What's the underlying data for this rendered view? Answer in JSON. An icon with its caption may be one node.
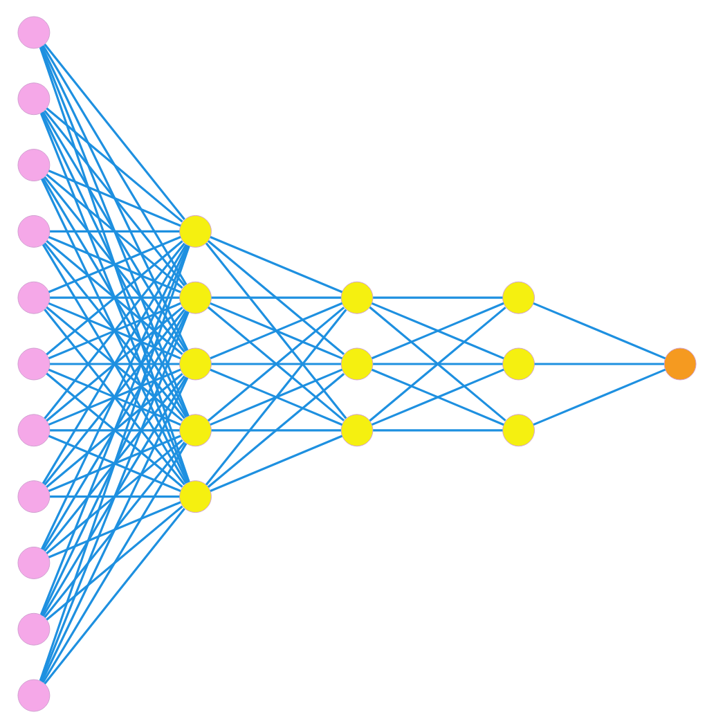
{
  "diagram": {
    "nodes": [
      {
        "text": [],
        "shape": "circle"
      },
      {
        "text": [],
        "shape": "circle"
      },
      {
        "text": [],
        "shape": "circle"
      },
      {
        "text": [],
        "shape": "circle"
      },
      {
        "text": [],
        "shape": "circle"
      },
      {
        "text": [],
        "shape": "circle"
      },
      {
        "text": [],
        "shape": "circle"
      },
      {
        "text": [],
        "shape": "circle"
      },
      {
        "text": [],
        "shape": "circle"
      },
      {
        "text": [],
        "shape": "circle"
      },
      {
        "text": [],
        "shape": "circle"
      },
      {
        "text": [],
        "shape": "circle"
      },
      {
        "text": [],
        "shape": "circle"
      },
      {
        "text": [],
        "shape": "circle"
      },
      {
        "text": [],
        "shape": "circle"
      },
      {
        "text": [],
        "shape": "circle"
      },
      {
        "text": [],
        "shape": "circle"
      },
      {
        "text": [],
        "shape": "circle"
      },
      {
        "text": [],
        "shape": "circle"
      },
      {
        "text": [],
        "shape": "circle"
      },
      {
        "text": [],
        "shape": "circle"
      },
      {
        "text": [],
        "shape": "circle"
      },
      {
        "text": [],
        "shape": "circle"
      }
    ],
    "edges": [
      {
        "from": 0,
        "to": 11,
        "arrow": "none"
      },
      {
        "from": 0,
        "to": 12,
        "arrow": "none"
      },
      {
        "from": 0,
        "to": 13,
        "arrow": "none"
      },
      {
        "from": 0,
        "to": 14,
        "arrow": "none"
      },
      {
        "from": 0,
        "to": 15,
        "arrow": "none"
      },
      {
        "from": 1,
        "to": 11,
        "arrow": "none"
      },
      {
        "from": 1,
        "to": 12,
        "arrow": "none"
      },
      {
        "from": 1,
        "to": 13,
        "arrow": "none"
      },
      {
        "from": 1,
        "to": 14,
        "arrow": "none"
      },
      {
        "from": 1,
        "to": 15,
        "arrow": "none"
      },
      {
        "from": 2,
        "to": 11,
        "arrow": "none"
      },
      {
        "from": 2,
        "to": 12,
        "arrow": "none"
      },
      {
        "from": 2,
        "to": 13,
        "arrow": "none"
      },
      {
        "from": 2,
        "to": 14,
        "arrow": "none"
      },
      {
        "from": 2,
        "to": 15,
        "arrow": "none"
      },
      {
        "from": 3,
        "to": 11,
        "arrow": "none"
      },
      {
        "from": 3,
        "to": 12,
        "arrow": "none"
      },
      {
        "from": 3,
        "to": 13,
        "arrow": "none"
      },
      {
        "from": 3,
        "to": 14,
        "arrow": "none"
      },
      {
        "from": 3,
        "to": 15,
        "arrow": "none"
      },
      {
        "from": 4,
        "to": 11,
        "arrow": "none"
      },
      {
        "from": 4,
        "to": 12,
        "arrow": "none"
      },
      {
        "from": 4,
        "to": 13,
        "arrow": "none"
      },
      {
        "from": 4,
        "to": 14,
        "arrow": "none"
      },
      {
        "from": 4,
        "to": 15,
        "arrow": "none"
      },
      {
        "from": 5,
        "to": 11,
        "arrow": "none"
      },
      {
        "from": 5,
        "to": 12,
        "arrow": "none"
      },
      {
        "from": 5,
        "to": 13,
        "arrow": "none"
      },
      {
        "from": 5,
        "to": 14,
        "arrow": "none"
      },
      {
        "from": 5,
        "to": 15,
        "arrow": "none"
      },
      {
        "from": 6,
        "to": 11,
        "arrow": "none"
      },
      {
        "from": 6,
        "to": 12,
        "arrow": "none"
      },
      {
        "from": 6,
        "to": 13,
        "arrow": "none"
      },
      {
        "from": 6,
        "to": 14,
        "arrow": "none"
      },
      {
        "from": 6,
        "to": 15,
        "arrow": "none"
      },
      {
        "from": 7,
        "to": 11,
        "arrow": "none"
      },
      {
        "from": 7,
        "to": 12,
        "arrow": "none"
      },
      {
        "from": 7,
        "to": 13,
        "arrow": "none"
      },
      {
        "from": 7,
        "to": 14,
        "arrow": "none"
      },
      {
        "from": 7,
        "to": 15,
        "arrow": "none"
      },
      {
        "from": 8,
        "to": 11,
        "arrow": "none"
      },
      {
        "from": 8,
        "to": 12,
        "arrow": "none"
      },
      {
        "from": 8,
        "to": 13,
        "arrow": "none"
      },
      {
        "from": 8,
        "to": 14,
        "arrow": "none"
      },
      {
        "from": 8,
        "to": 15,
        "arrow": "none"
      },
      {
        "from": 9,
        "to": 11,
        "arrow": "none"
      },
      {
        "from": 9,
        "to": 12,
        "arrow": "none"
      },
      {
        "from": 9,
        "to": 13,
        "arrow": "none"
      },
      {
        "from": 9,
        "to": 14,
        "arrow": "none"
      },
      {
        "from": 9,
        "to": 15,
        "arrow": "none"
      },
      {
        "from": 10,
        "to": 11,
        "arrow": "none"
      },
      {
        "from": 10,
        "to": 12,
        "arrow": "none"
      },
      {
        "from": 10,
        "to": 13,
        "arrow": "none"
      },
      {
        "from": 10,
        "to": 14,
        "arrow": "none"
      },
      {
        "from": 10,
        "to": 15,
        "arrow": "none"
      },
      {
        "from": 11,
        "to": 16,
        "arrow": "none"
      },
      {
        "from": 11,
        "to": 17,
        "arrow": "none"
      },
      {
        "from": 11,
        "to": 18,
        "arrow": "none"
      },
      {
        "from": 12,
        "to": 16,
        "arrow": "none"
      },
      {
        "from": 12,
        "to": 17,
        "arrow": "none"
      },
      {
        "from": 12,
        "to": 18,
        "arrow": "none"
      },
      {
        "from": 13,
        "to": 16,
        "arrow": "none"
      },
      {
        "from": 13,
        "to": 17,
        "arrow": "none"
      },
      {
        "from": 13,
        "to": 18,
        "arrow": "none"
      },
      {
        "from": 14,
        "to": 16,
        "arrow": "none"
      },
      {
        "from": 14,
        "to": 17,
        "arrow": "none"
      },
      {
        "from": 14,
        "to": 18,
        "arrow": "none"
      },
      {
        "from": 15,
        "to": 16,
        "arrow": "none"
      },
      {
        "from": 15,
        "to": 17,
        "arrow": "none"
      },
      {
        "from": 15,
        "to": 18,
        "arrow": "none"
      },
      {
        "from": 16,
        "to": 19,
        "arrow": "none"
      },
      {
        "from": 16,
        "to": 20,
        "arrow": "none"
      },
      {
        "from": 16,
        "to": 21,
        "arrow": "none"
      },
      {
        "from": 17,
        "to": 19,
        "arrow": "none"
      },
      {
        "from": 17,
        "to": 20,
        "arrow": "none"
      },
      {
        "from": 17,
        "to": 21,
        "arrow": "none"
      },
      {
        "from": 18,
        "to": 19,
        "arrow": "none"
      },
      {
        "from": 18,
        "to": 20,
        "arrow": "none"
      },
      {
        "from": 18,
        "to": 21,
        "arrow": "none"
      },
      {
        "from": 19,
        "to": 22,
        "arrow": "none"
      },
      {
        "from": 20,
        "to": 22,
        "arrow": "none"
      },
      {
        "from": 21,
        "to": 22,
        "arrow": "none"
      }
    ]
  }
}
